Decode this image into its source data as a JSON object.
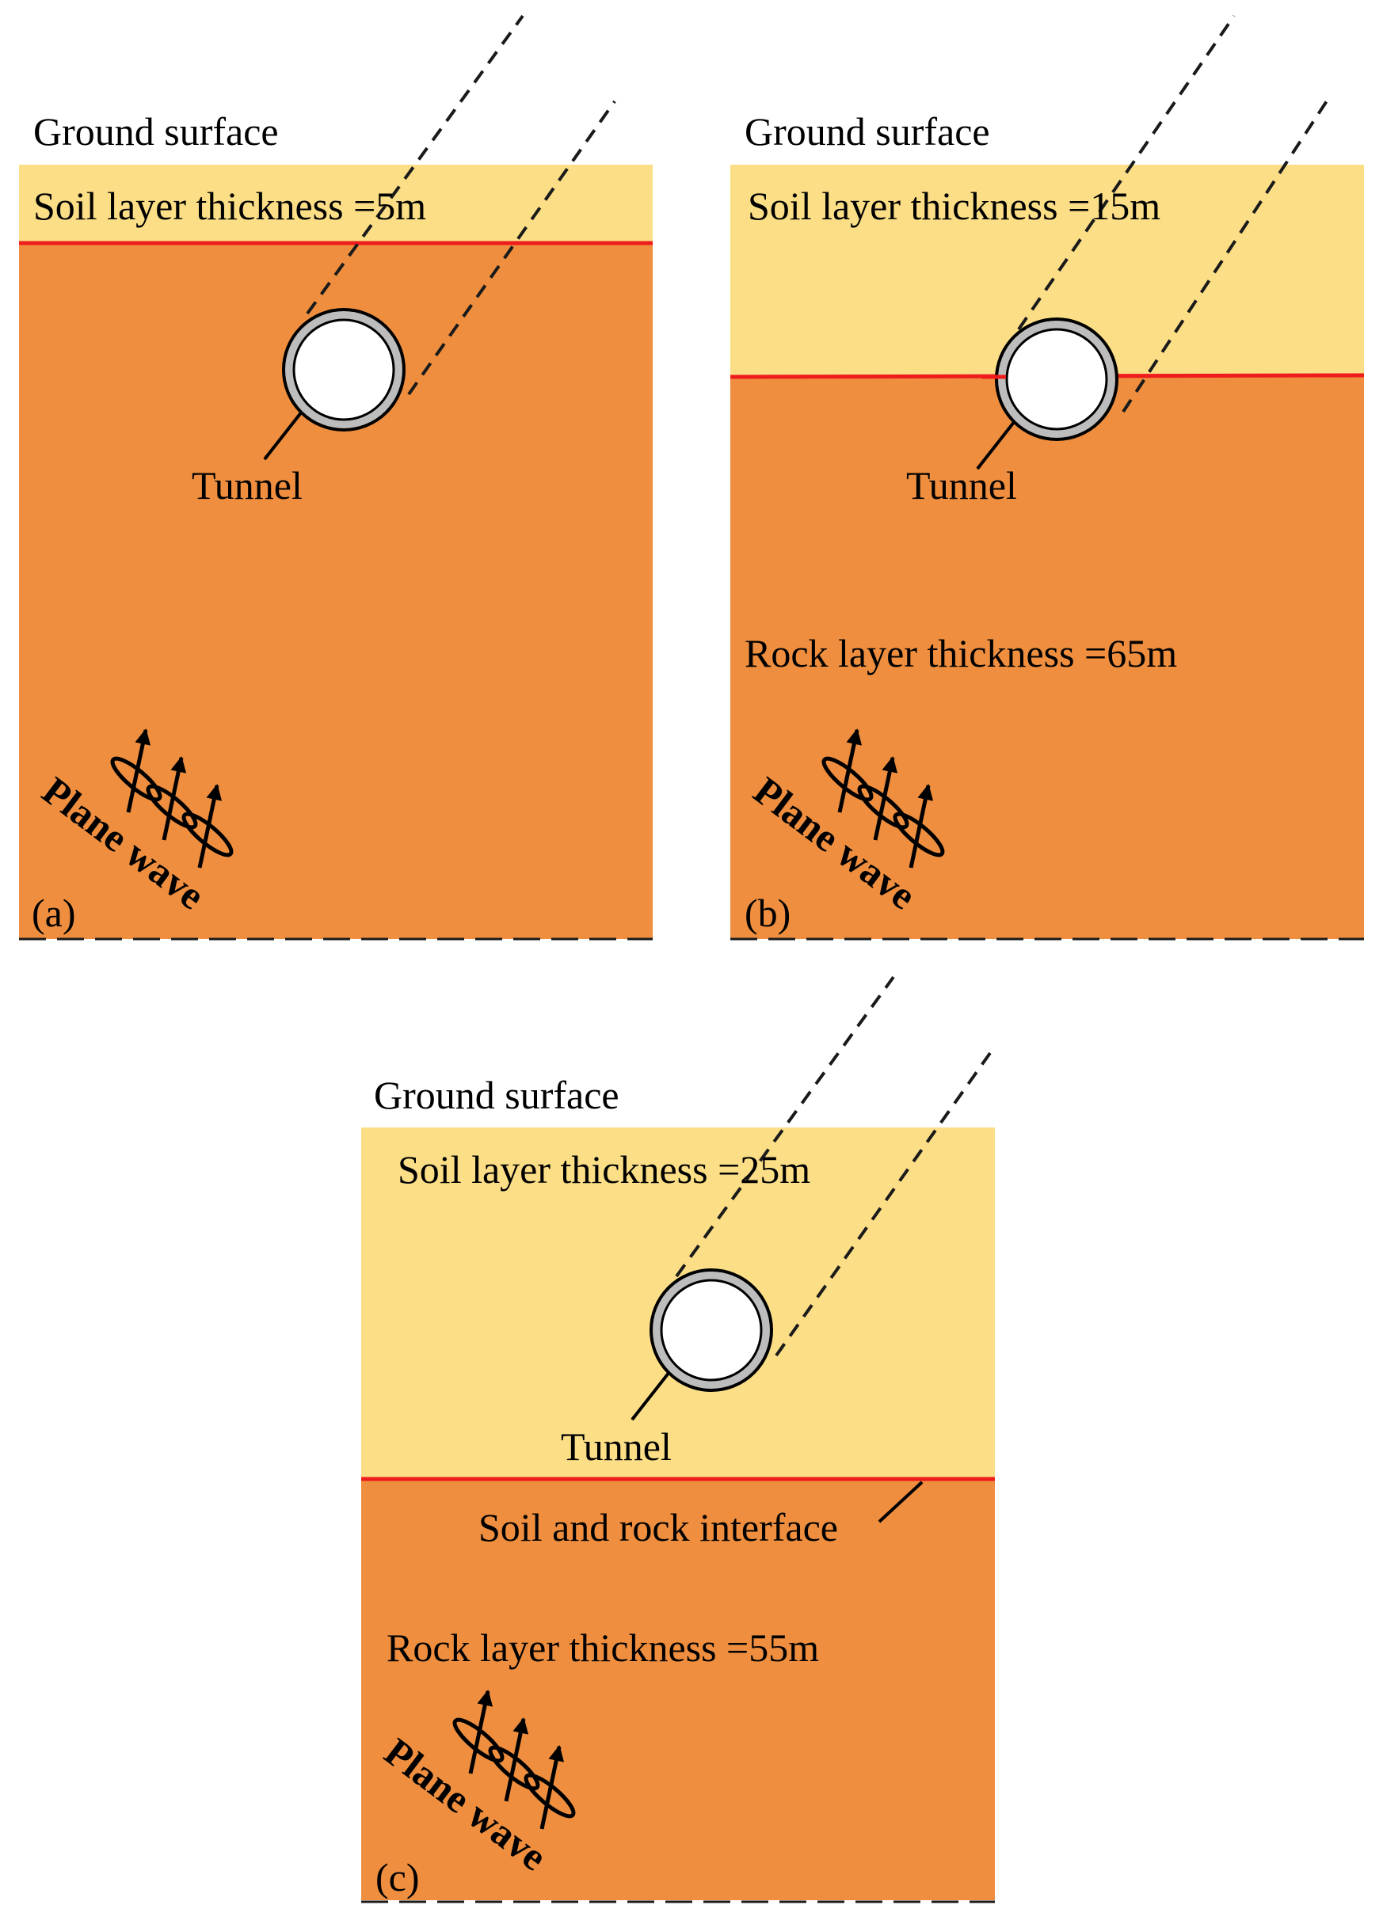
{
  "colors": {
    "soil": "#fbde86",
    "rock": "#ee8e3e",
    "interface_line": "#ee1c1c",
    "tunnel_lining": "#bdbdbd",
    "tunnel_interior": "#ffffff"
  },
  "panels": {
    "a": {
      "panel_label": "(a)",
      "ground_surface": "Ground surface",
      "soil_label": "Soil layer thickness =5m",
      "tunnel_label": "Tunnel",
      "wave_label": "Plane wave"
    },
    "b": {
      "panel_label": "(b)",
      "ground_surface": "Ground surface",
      "soil_label": "Soil layer thickness =15m",
      "rock_label": "Rock layer thickness =65m",
      "tunnel_label": "Tunnel",
      "wave_label": "Plane wave"
    },
    "c": {
      "panel_label": "(c)",
      "ground_surface": "Ground surface",
      "soil_label": "Soil layer thickness =25m",
      "rock_label": "Rock layer thickness =55m",
      "tunnel_label": "Tunnel",
      "interface_label": "Soil and rock interface",
      "wave_label": "Plane wave"
    }
  }
}
